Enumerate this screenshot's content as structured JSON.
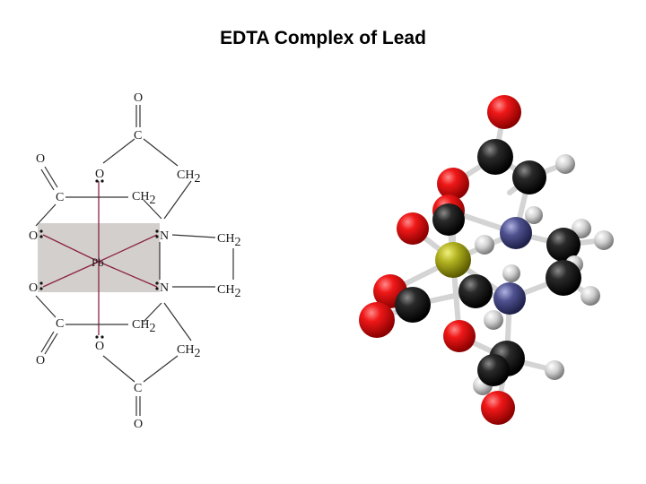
{
  "title": "EDTA Complex of Lead",
  "structure": {
    "labels": {
      "O": "O",
      "C": "C",
      "N": "N",
      "CH": "CH",
      "sub2": "2",
      "metal": "Pb"
    }
  },
  "colors": {
    "box": "#d3cfcc",
    "metal_bonds": "#8b2346",
    "bonds": "#333333",
    "oxygen": "#e01010",
    "carbon": "#1a1a1a",
    "nitrogen": "#4a4d80",
    "lead": "#a8a81a",
    "hydrogen": "#c8c8c8",
    "stick": "#d4d4d4"
  }
}
